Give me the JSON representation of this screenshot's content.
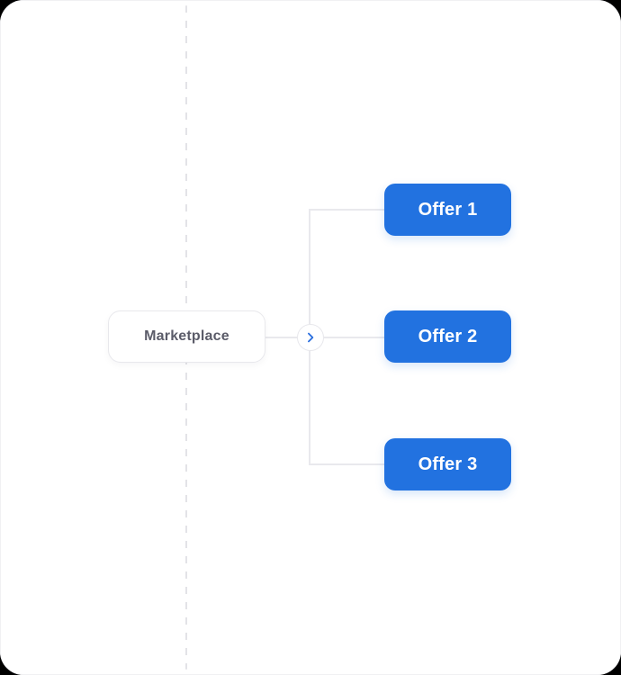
{
  "canvas": {
    "root_node": {
      "label": "Marketplace"
    },
    "expand_toggle": {
      "icon": "chevron-right"
    },
    "offer_nodes": [
      {
        "label": "Offer 1"
      },
      {
        "label": "Offer 2"
      },
      {
        "label": "Offer 3"
      }
    ],
    "colors": {
      "offer_bg": "#2272E0",
      "offer_text": "#FFFFFF",
      "root_text": "#5B5C69",
      "root_border": "#E8E8EC",
      "connector": "#E9E9ED",
      "dashed_guide": "#E3E3E7",
      "chevron": "#2B6FDE",
      "card_bg": "#FFFFFF"
    }
  }
}
